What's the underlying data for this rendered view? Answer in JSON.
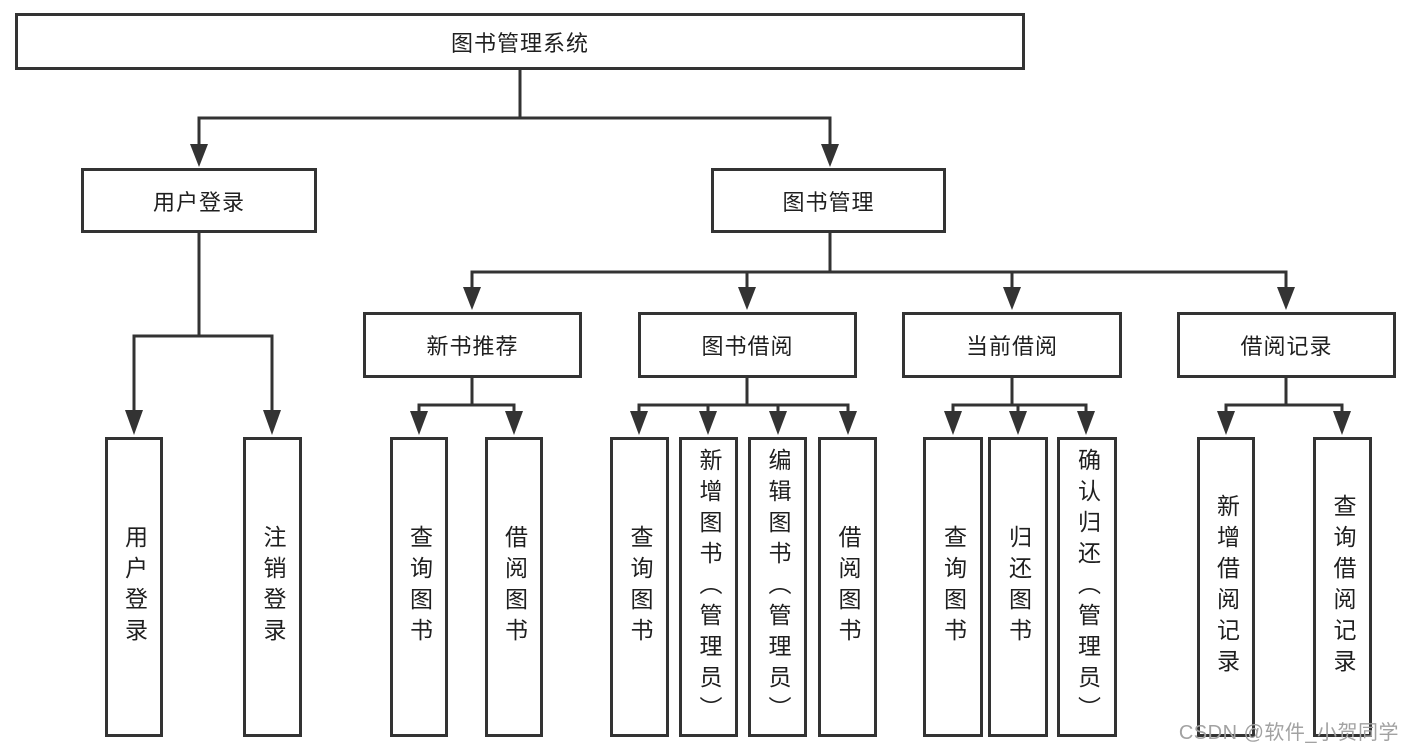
{
  "diagram_title": "图书管理系统",
  "tree": {
    "root": {
      "label": "图书管理系统",
      "children": [
        {
          "label": "用户登录",
          "children": [
            {
              "label": "用户登录"
            },
            {
              "label": "注销登录"
            }
          ]
        },
        {
          "label": "图书管理",
          "children": [
            {
              "label": "新书推荐",
              "children": [
                {
                  "label": "查询图书"
                },
                {
                  "label": "借阅图书"
                }
              ]
            },
            {
              "label": "图书借阅",
              "children": [
                {
                  "label": "查询图书"
                },
                {
                  "label": "新增图书（管理员）"
                },
                {
                  "label": "编辑图书（管理员）"
                },
                {
                  "label": "借阅图书"
                }
              ]
            },
            {
              "label": "当前借阅",
              "children": [
                {
                  "label": "查询图书"
                },
                {
                  "label": "归还图书"
                },
                {
                  "label": "确认归还（管理员）"
                }
              ]
            },
            {
              "label": "借阅记录",
              "children": [
                {
                  "label": "新增借阅记录"
                },
                {
                  "label": "查询借阅记录"
                }
              ]
            }
          ]
        }
      ]
    }
  },
  "watermark": {
    "text": "CSDN @软件_小贺同学"
  },
  "colors": {
    "line": "#333333",
    "box_border": "#333333",
    "box_background": "#ffffff",
    "text": "#1f1f1f",
    "watermark": "#a2a2a2",
    "page_background": "#ffffff"
  }
}
